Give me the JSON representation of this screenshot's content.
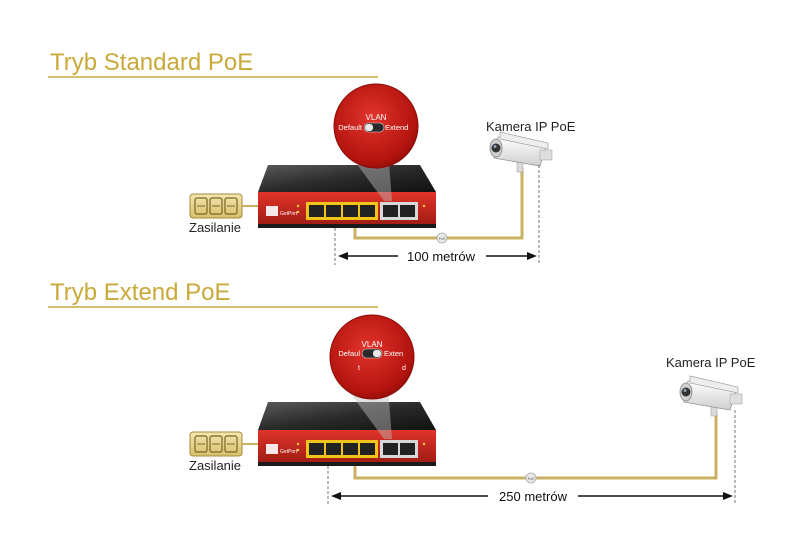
{
  "sections": [
    {
      "title": "Tryb Standard PoE",
      "power_label": "Zasilanie",
      "camera_label": "Kamera IP PoE",
      "distance_label": "100 metrów",
      "callout": {
        "vlan": "VLAN",
        "left": "Default",
        "right": "Extend",
        "switch_state": "left"
      },
      "cable_badge": "PoE"
    },
    {
      "title": "Tryb Extend PoE",
      "power_label": "Zasilanie",
      "camera_label": "Kamera IP PoE",
      "distance_label": "250 metrów",
      "callout": {
        "vlan": "VLAN",
        "left": "Defaul",
        "right": "Exten",
        "left_extra": "t",
        "right_extra": "d",
        "switch_state": "right"
      },
      "cable_badge": "PoE"
    }
  ],
  "device": {
    "brand": "GetPort"
  },
  "colors": {
    "title_gold": "#c8a93a",
    "cable_gold": "#c9b063",
    "switch_red": "#c9291d",
    "switch_body": "#222222",
    "callout_red": "#d0201a"
  }
}
